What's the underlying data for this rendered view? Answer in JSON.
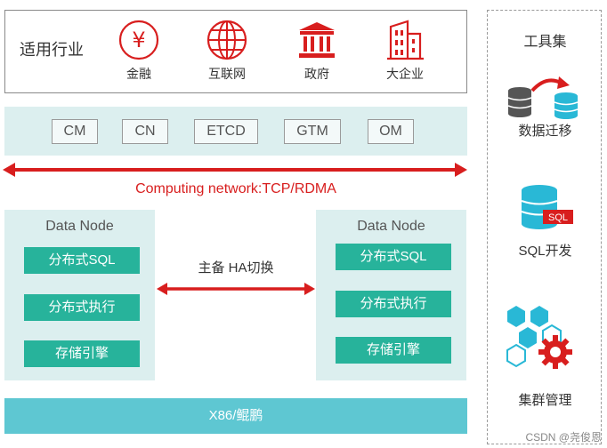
{
  "industry": {
    "title": "适用行业",
    "items": [
      {
        "label": "金融",
        "icon": "yen-coin-icon"
      },
      {
        "label": "互联网",
        "icon": "globe-icon"
      },
      {
        "label": "政府",
        "icon": "government-building-icon"
      },
      {
        "label": "大企业",
        "icon": "office-building-icon"
      }
    ]
  },
  "components": [
    "CM",
    "CN",
    "ETCD",
    "GTM",
    "OM"
  ],
  "network": {
    "label": "Computing network:TCP/RDMA"
  },
  "data_nodes": [
    {
      "title": "Data Node",
      "functions": [
        "分布式SQL",
        "分布式执行",
        "存储引擎"
      ]
    },
    {
      "title": "Data Node",
      "functions": [
        "分布式SQL",
        "分布式执行",
        "存储引擎"
      ]
    }
  ],
  "ha": {
    "label": "主备 HA切换"
  },
  "base": {
    "label": "X86/鲲鹏"
  },
  "tools": {
    "title": "工具集",
    "items": [
      {
        "label": "数据迁移",
        "icon": "database-migration-icon"
      },
      {
        "label": "SQL开发",
        "icon": "sql-database-icon",
        "badge": "SQL"
      },
      {
        "label": "集群管理",
        "icon": "cluster-gear-icon"
      }
    ]
  },
  "watermark": "CSDN @尧俊恩",
  "colors": {
    "accent_red": "#d81e1e",
    "teal_button": "#27b39b",
    "panel_bg": "#dcefef",
    "base_bar": "#5ec7d2",
    "tool_cyan": "#29b8d6"
  }
}
